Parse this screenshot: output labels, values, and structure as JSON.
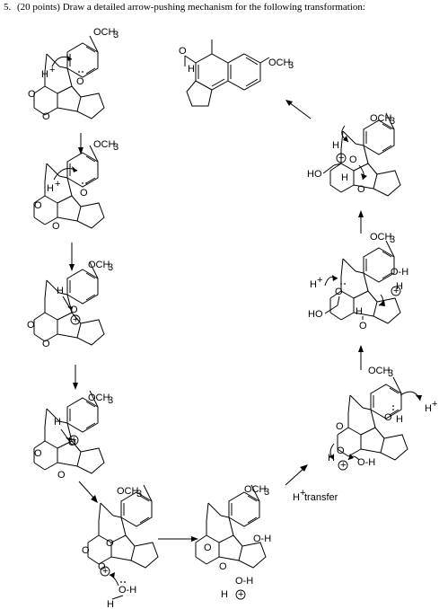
{
  "question": {
    "number": "5.",
    "points": "(20 points)",
    "prompt": "Draw a detailed arrow-pushing mechanism for the following transformation:"
  },
  "labels": {
    "methoxy": "OCH",
    "methoxy_sub": "3",
    "oxygen": "O",
    "hydrogen": "H",
    "proton": "H",
    "plus": "+",
    "hydroxy": "O-H",
    "hydroxyethoxy": "HO",
    "proton_transfer": "H",
    "proton_transfer_text": " transfer"
  },
  "colors": {
    "ink": "#000000",
    "background": "#ffffff"
  }
}
